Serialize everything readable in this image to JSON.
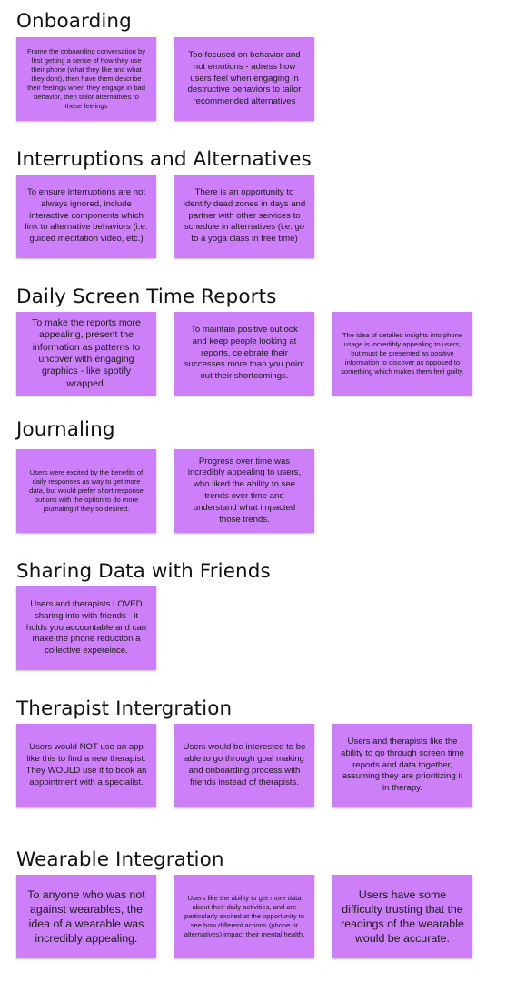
{
  "colors": {
    "sticky": "#cc7ff8",
    "heading": "#111111",
    "background": "#ffffff"
  },
  "sections": [
    {
      "title": "Onboarding",
      "notes": [
        "Frame the onboarding conversation by first getting a sense of how they use their phone (what they like and what they dont), then have them describe their feelings when they engage in bad behavior, then tailor alternatives to these feelings",
        "Too focused on behavior and not emotions - adress how users feel when engaging in destructive behaviors to tailor recommended alternatives"
      ]
    },
    {
      "title": "Interruptions and Alternatives",
      "notes": [
        "To ensure interruptions are not always ignored, include interactive components which link to alternative behaviors (i.e. guided meditation video, etc.)",
        "There is an opportunity to identify dead zones in days and partner with other services to schedule in alternatives (i.e. go to a yoga class in free time)"
      ]
    },
    {
      "title": "Daily Screen Time Reports",
      "notes": [
        "To make the reports more appealing, present the information as patterns to uncover with engaging graphics - like spotify wrapped.",
        "To maintain positive outlook and keep people looking at reports, celebrate their successes more than you point out their shortcomings.",
        "The idea of detailed insights into phone usage is incredibly appealing to users, but must be presented as positive information to discover as opposed to something which makes them feel guilty."
      ]
    },
    {
      "title": "Journaling",
      "notes": [
        "Users were excited by the benefits of daily responses as way to get more data, but would prefer short response buttons with the option to do more journaling if they so desired.",
        "Progress over time was incredibly appealing to users, who liked the ability to see trends over time and understand what impacted those trends."
      ]
    },
    {
      "title": "Sharing Data with Friends",
      "notes": [
        "Users and therapists LOVED sharing info with friends - it holds you accountable and can make the phone reduction a collective expereince."
      ]
    },
    {
      "title": "Therapist Intergration",
      "notes": [
        "Users would NOT use an app like this to find a new therapist. They WOULD use it to book an appointment with a specialist.",
        "Users would be interested to be able to go through goal making and onboarding process with friends instead of therapists.",
        "Users and therapists like the ability to go through screen time reports and data together, assuming they are prioritizing it in therapy."
      ]
    },
    {
      "title": "Wearable Integration",
      "notes": [
        "To anyone who was not against wearables, the idea of a wearable was incredibly appealing.",
        "Users like the ability to get more data about their daily activities, and are particularly excited at the opportunity to see how different actions (phone or alternatives) impact their mental health.",
        "Users have some difficulty trusting that the readings of the wearable would be accurate."
      ]
    }
  ]
}
